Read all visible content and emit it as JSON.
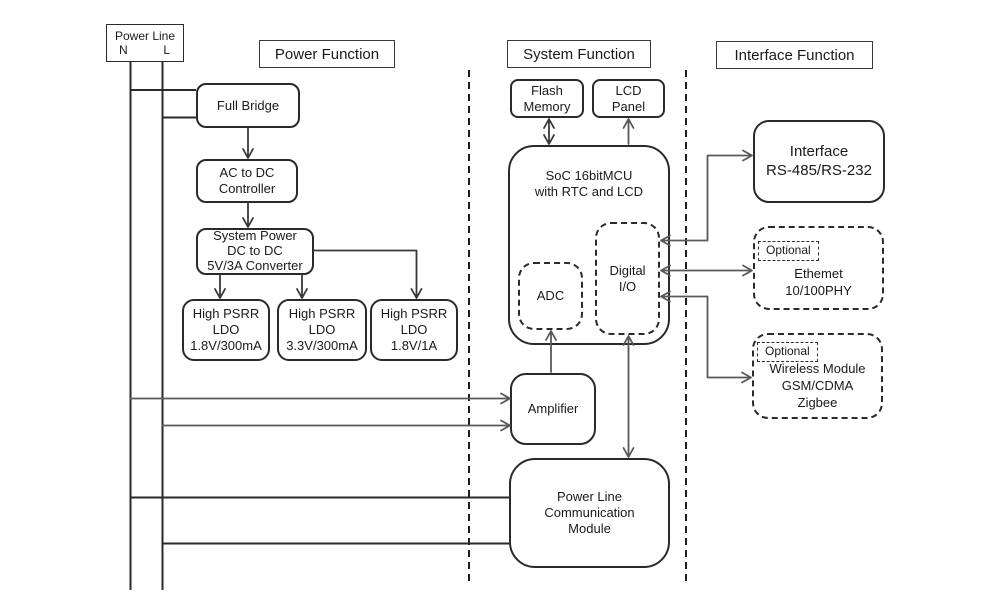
{
  "power_line": {
    "label": "Power Line",
    "n": "N",
    "l": "L"
  },
  "sections": {
    "power": "Power Function",
    "system": "System Function",
    "interface": "Interface Function"
  },
  "blocks": {
    "full_bridge": "Full Bridge",
    "ac_to_dc": "AC to DC\nController",
    "system_power": "System Power\nDC to DC\n5V/3A Converter",
    "ldo_18v_300ma": "High PSRR\nLDO\n1.8V/300mA",
    "ldo_33v_300ma": "High PSRR\nLDO\n3.3V/300mA",
    "ldo_18v_1a": "High PSRR\nLDO\n1.8V/1A",
    "flash_memory": "Flash\nMemory",
    "lcd_panel": "LCD\nPanel",
    "soc": "SoC 16bitMCU\nwith RTC and LCD",
    "adc": "ADC",
    "digital_io": "Digital\nI/O",
    "amplifier": "Amplifier",
    "plc_module": "Power Line\nCommunication\nModule",
    "interface_rs": "Interface\nRS-485/RS-232",
    "ethernet": {
      "optional": "Optional",
      "text": "Ethemet\n10/100PHY"
    },
    "wireless": {
      "optional": "Optional",
      "text": "Wireless Module\nGSM/CDMA\nZigbee"
    }
  },
  "colors": {
    "line": "#2a2a2a",
    "arrow": "#595959",
    "background": "#ffffff"
  }
}
